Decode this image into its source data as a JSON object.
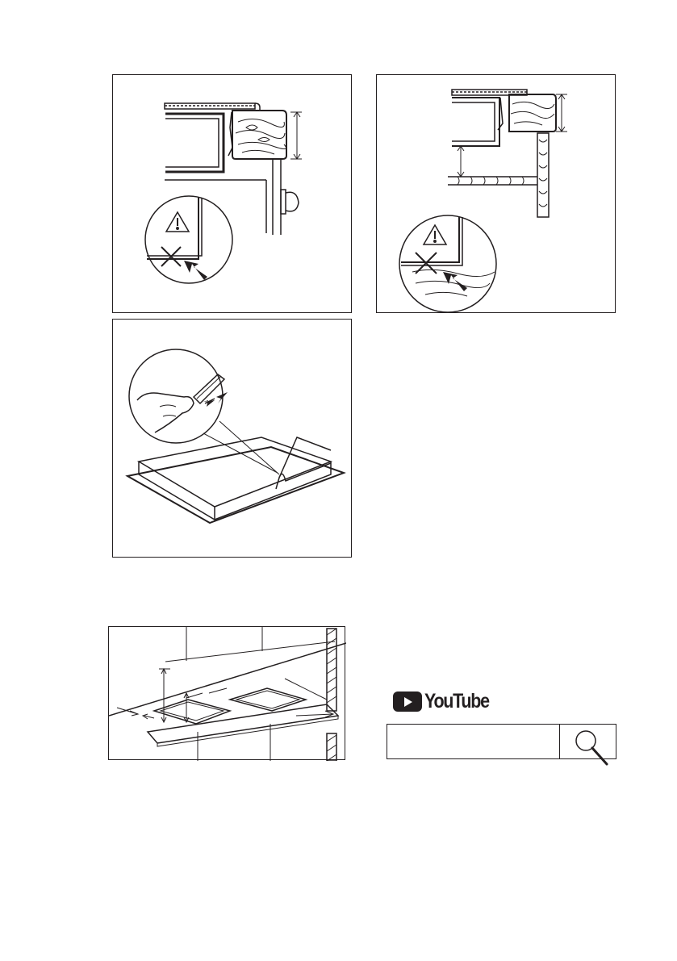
{
  "figures": [
    {
      "name": "hob-fitting-above-drawer",
      "icon": "warning-triangle-icon"
    },
    {
      "name": "hob-fitting-above-oven",
      "icon": "warning-triangle-icon"
    },
    {
      "name": "sealing-strip-application"
    },
    {
      "name": "hob-cutout-dimensions"
    }
  ],
  "youtube": {
    "logo_text": "YouTube",
    "icon": "play-icon"
  },
  "search": {
    "value": "",
    "icon": "magnifier-icon"
  }
}
